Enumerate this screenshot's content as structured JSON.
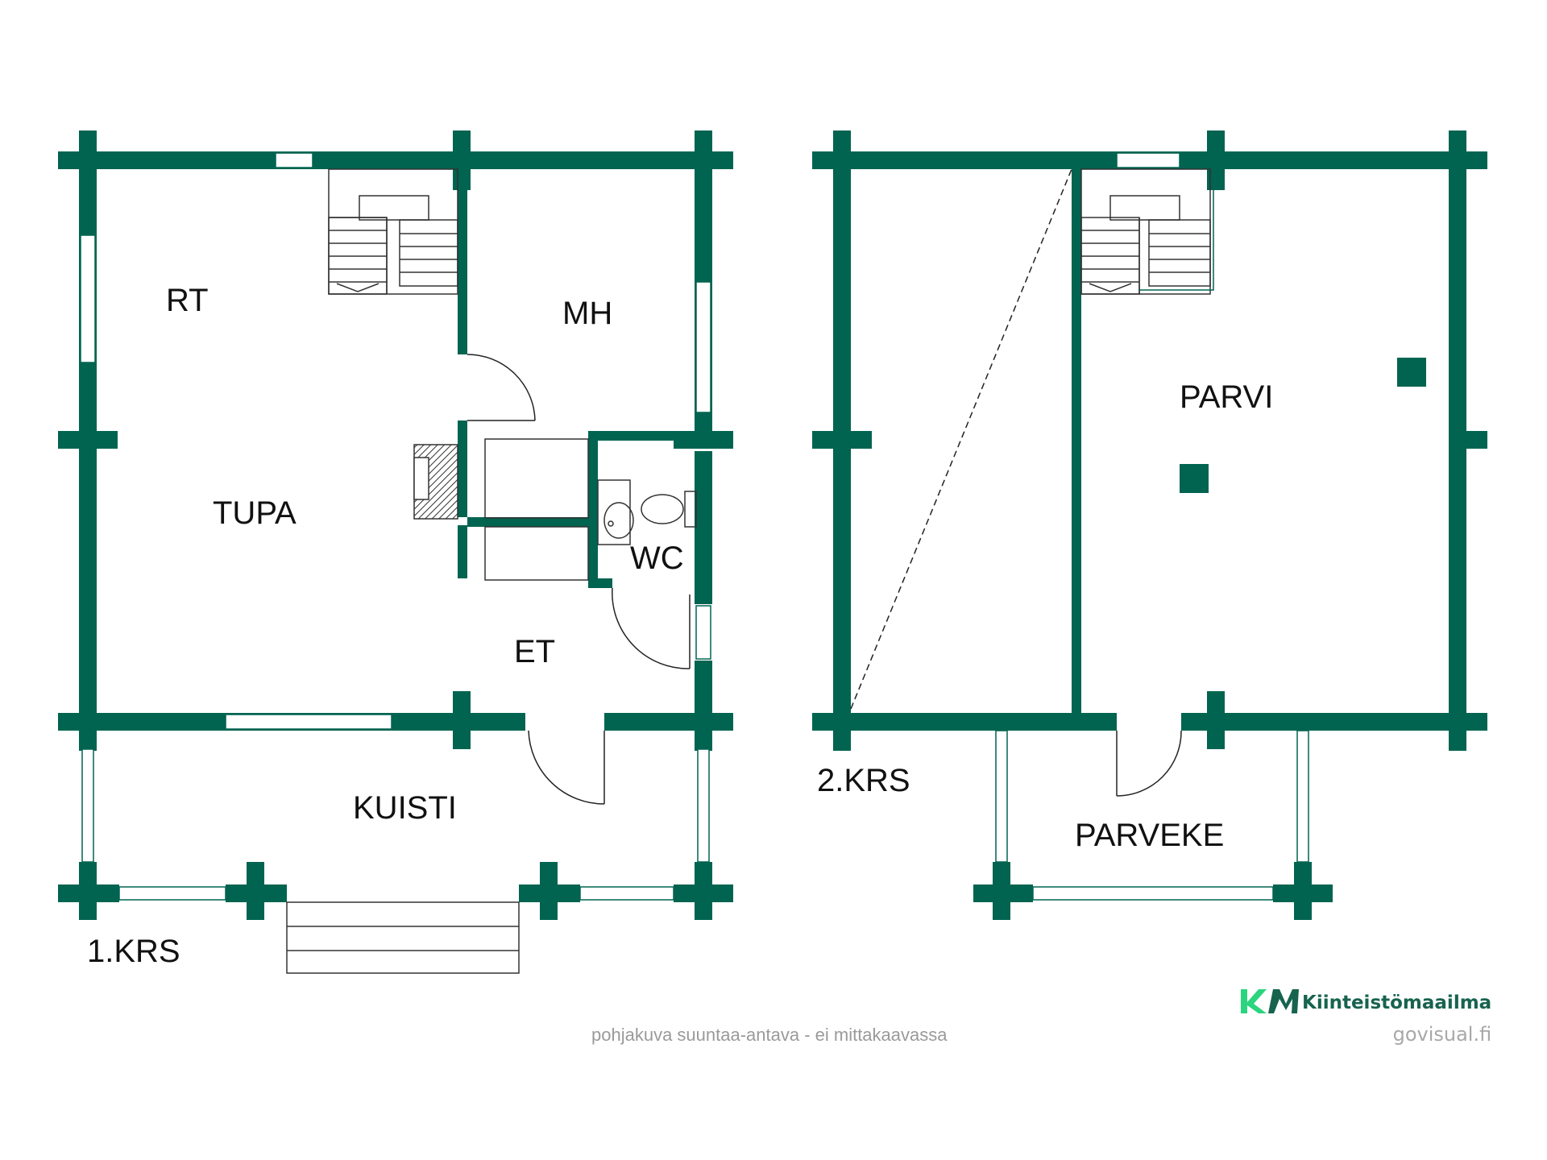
{
  "floors": [
    {
      "label": "1.KRS",
      "rooms": [
        "RT",
        "MH",
        "TUPA",
        "WC",
        "ET",
        "KUISTI"
      ]
    },
    {
      "label": "2.KRS",
      "rooms": [
        "PARVI",
        "PARVEKE"
      ]
    }
  ],
  "footer": {
    "disclaimer": "pohjakuva suuntaa-antava - ei mittakaavassa",
    "brand": {
      "logo_letters": "KM",
      "name": "Kiinteistömaailma"
    },
    "credit": "govisual.fi"
  },
  "colors": {
    "wall": "#006450",
    "logo_green": "#2bd47e",
    "logo_dark": "#17634e",
    "text": "#111111",
    "muted": "#9a9a9a"
  }
}
